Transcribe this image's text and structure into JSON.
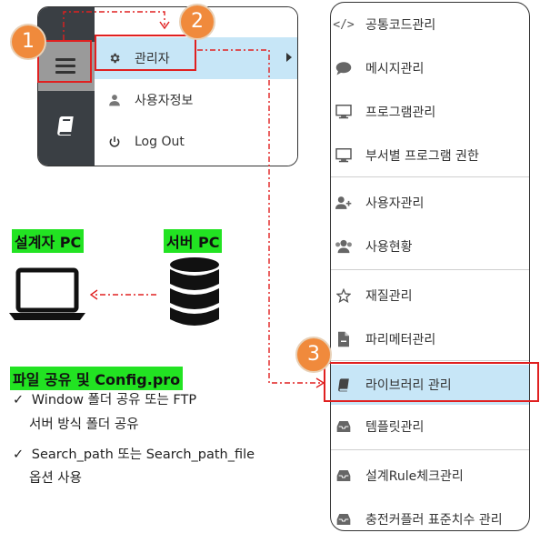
{
  "app_menu": {
    "items": [
      {
        "label": "관리자",
        "icon": "gear-icon",
        "active": true
      },
      {
        "label": "사용자정보",
        "icon": "user-icon",
        "active": false
      },
      {
        "label": "Log Out",
        "icon": "power-icon",
        "active": false
      }
    ]
  },
  "callouts": {
    "step1": "1",
    "step2": "2",
    "step3": "3"
  },
  "explanation": {
    "designer_pc_label": "설계자 PC",
    "server_pc_label": "서버 PC",
    "sharing_title": "파일 공유 및 Config.pro",
    "bullets": [
      {
        "mark": "✓",
        "line1": "Window  폴더 공유  또는 FTP",
        "line2": "서버 방식 폴더 공유"
      },
      {
        "mark": "✓",
        "line1": "Search_path 또는 Search_path_file",
        "line2": "옵션 사용"
      }
    ]
  },
  "sidebar": {
    "items": [
      {
        "label": "공통코드관리",
        "icon": "code-icon"
      },
      {
        "label": "메시지관리",
        "icon": "message-icon"
      },
      {
        "label": "프로그램관리",
        "icon": "monitor-icon"
      },
      {
        "label": "부서별 프로그램 권한",
        "icon": "monitor-icon"
      },
      {
        "label": "사용자관리",
        "icon": "user-add-icon"
      },
      {
        "label": "사용현황",
        "icon": "users-icon"
      },
      {
        "label": "재질관리",
        "icon": "star-icon"
      },
      {
        "label": "파리메터관리",
        "icon": "document-icon"
      },
      {
        "label": "라이브러리 관리",
        "icon": "book-icon",
        "active": true
      },
      {
        "label": "템플릿관리",
        "icon": "tray-icon"
      },
      {
        "label": "설계Rule체크관리",
        "icon": "tray-icon"
      },
      {
        "label": "충전커플러 표준치수 관리",
        "icon": "tray-icon"
      }
    ]
  },
  "colors": {
    "accent_orange": "#f08a3c",
    "highlight_red": "#e02020",
    "active_blue": "#c7e6f7",
    "label_green": "#22e322"
  }
}
